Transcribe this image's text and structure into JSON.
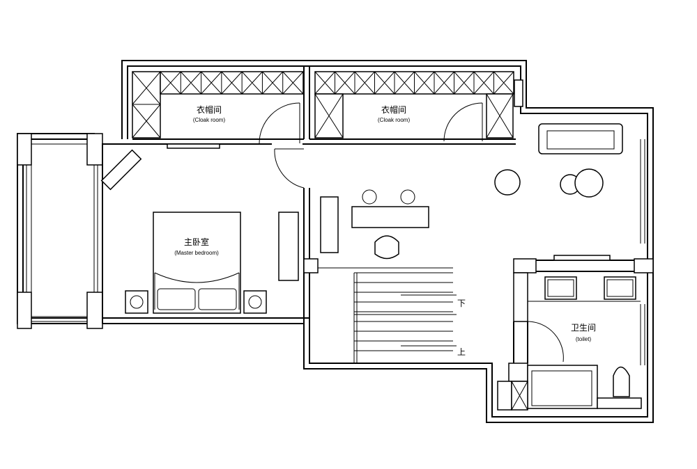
{
  "rooms": {
    "cloak_left": {
      "name": "衣帽间",
      "english": "(Cloak room)"
    },
    "cloak_right": {
      "name": "衣帽间",
      "english": "(Cloak room)"
    },
    "master_bedroom": {
      "name": "主卧室",
      "english": "(Master bedroom)"
    },
    "toilet": {
      "name": "卫生间",
      "english": "(toilet)"
    }
  },
  "stairs": {
    "down": "下",
    "up": "上"
  }
}
